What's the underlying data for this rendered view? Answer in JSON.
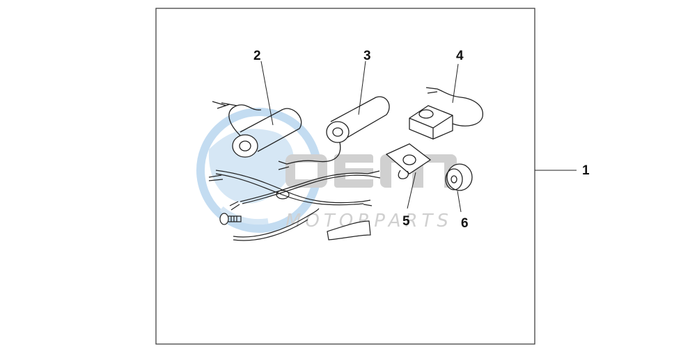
{
  "diagram": {
    "colors": {
      "line": "#222222",
      "frame": "#333333",
      "watermark_blue": "#b9d6ef",
      "watermark_gray": "#c8c8c8"
    },
    "callouts": {
      "kit": "1",
      "left_grip": "2",
      "right_grip": "3",
      "switch": "4",
      "bracket": "5",
      "knob": "6"
    },
    "watermark": {
      "logo": "OEM",
      "text": "MOTORPARTS"
    }
  }
}
